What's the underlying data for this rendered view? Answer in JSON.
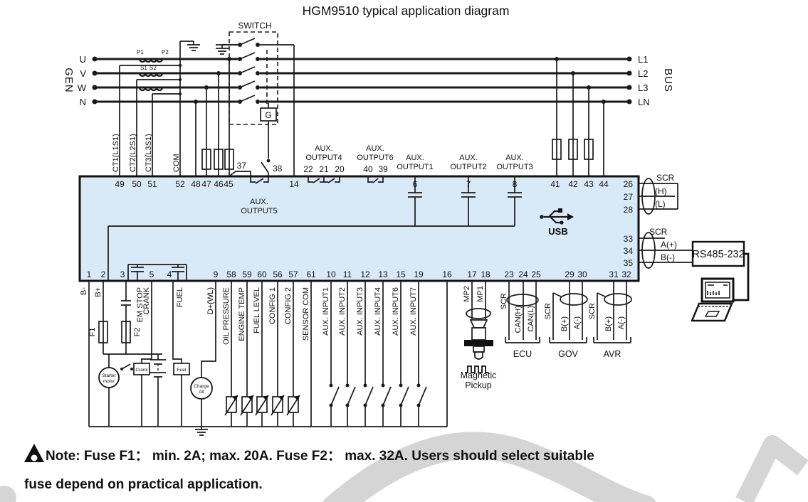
{
  "title": "HGM9510 typical application diagram",
  "gen": {
    "label": "GEN",
    "phases": [
      "U",
      "V",
      "W",
      "N"
    ]
  },
  "bus": {
    "label": "BUS",
    "phases": [
      "L1",
      "L2",
      "L3",
      "LN"
    ]
  },
  "ct": {
    "p1": "P1",
    "p2": "P2",
    "s1": "S1",
    "s2": "S2",
    "secondaries": [
      "CT1(L1S1)",
      "CT2(L2S1)",
      "CT3(L3S1)"
    ],
    "com": "COM"
  },
  "switch": {
    "label": "SWITCH",
    "g": "G"
  },
  "top_pins": {
    "ct": [
      "49",
      "50",
      "51"
    ],
    "com": "52",
    "mains": [
      "48",
      "47",
      "46",
      "45"
    ],
    "aux5": [
      "37",
      "38"
    ],
    "breaker_status": "14",
    "aux_caps": [
      "6",
      "7",
      "8"
    ],
    "bus": [
      "41",
      "42",
      "43",
      "44"
    ]
  },
  "aux_outputs": {
    "o1": [
      "AUX.",
      "OUTPUT1"
    ],
    "o2": [
      "AUX.",
      "OUTPUT2"
    ],
    "o3": [
      "AUX.",
      "OUTPUT3"
    ],
    "o4": {
      "label": [
        "AUX.",
        "OUTPUT4"
      ],
      "pins": [
        "22",
        "21",
        "20"
      ]
    },
    "o5": [
      "AUX.",
      "OUTPUT5"
    ],
    "o6": {
      "label": [
        "AUX.",
        "OUTPUT6"
      ],
      "pins": [
        "40",
        "39"
      ]
    }
  },
  "right": {
    "scr1": {
      "pins": [
        "26",
        "27",
        "28"
      ],
      "label": "SCR",
      "h": "(H)",
      "l": "(L)"
    },
    "usb": "USB",
    "scr2": {
      "pins": [
        "33",
        "34",
        "35"
      ],
      "label": "SCR",
      "a": "A(+)",
      "b": "B(-)"
    },
    "rs485": "RS485-232"
  },
  "bottom": {
    "power": {
      "pins": [
        "1",
        "2"
      ],
      "labels": [
        "B-",
        "B+"
      ],
      "f1": "F1"
    },
    "emstop": {
      "pin": "3",
      "label": "EM STOP",
      "f2": "F2"
    },
    "crank": {
      "pin": "5",
      "label": "CRANK",
      "relay": "Crank"
    },
    "fuel": {
      "pin": "4",
      "label": "FUEL",
      "relay": "Fuel"
    },
    "dwl": {
      "pin": "9",
      "label": "D+(WL)",
      "alt": [
        "Charge",
        "Alt"
      ]
    },
    "starter": [
      "Starter",
      "motor"
    ],
    "senders": {
      "pins": [
        "58",
        "59",
        "60",
        "56",
        "57",
        "61"
      ],
      "labels": [
        "OIL PRESSURE",
        "ENGINE TEMP",
        "FUEL LEVEL",
        "CONFIG 1",
        "CONFIG 2",
        "SENSOR COM"
      ]
    },
    "aux_inputs": {
      "pins": [
        "10",
        "11",
        "12",
        "13",
        "15",
        "19"
      ],
      "labels": [
        "AUX. INPUT1",
        "AUX. INPUT2",
        "AUX. INPUT3",
        "AUX. INPUT4",
        "AUX. INPUT6",
        "AUX. INPUT7"
      ],
      "common_pin": "16"
    },
    "mpu": {
      "pins": [
        "17",
        "18"
      ],
      "labels": [
        "MP2",
        "MP1"
      ],
      "caption": [
        "Magnetic",
        "Pickup"
      ]
    },
    "ecu": {
      "pins": [
        "23",
        "24",
        "25"
      ],
      "labels": [
        "SCR",
        "CAN(H)",
        "CAN(L)"
      ],
      "caption": "ECU"
    },
    "gov": {
      "pins": [
        "29",
        "30"
      ],
      "labels": [
        "SCR",
        "B(+)",
        "A(-)"
      ],
      "caption": "GOV"
    },
    "avr": {
      "pins": [
        "31",
        "32"
      ],
      "labels": [
        "SCR",
        "B(+)",
        "A(-)"
      ],
      "caption": "AVR"
    }
  },
  "note": {
    "line1": "Note: Fuse F1： min. 2A; max. 20A.  Fuse F2： max. 32A. Users should select suitable",
    "line2": "fuse depend on practical application."
  },
  "colors": {
    "block_fill": "#d8eaf8",
    "line": "#1a1a1a",
    "watermark": "#c7c7c7"
  }
}
